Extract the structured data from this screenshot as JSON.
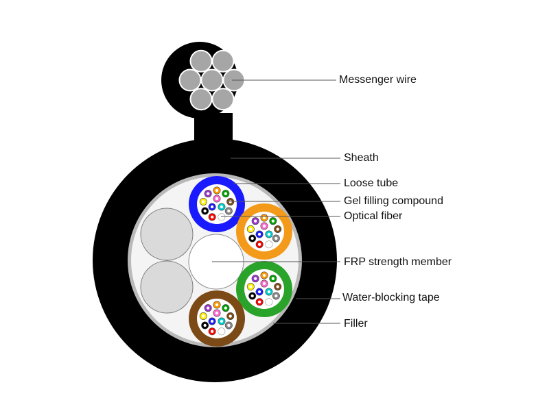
{
  "labels": {
    "messenger_wire": "Messenger wire",
    "sheath": "Sheath",
    "loose_tube": "Loose tube",
    "gel_filling_compound": "Gel filling compound",
    "optical_fiber": "Optical fiber",
    "frp_strength_member": "FRP strength member",
    "water_blocking_tape": "Water-blocking tape",
    "filler": "Filler"
  },
  "colors": {
    "sheath": "#000000",
    "messenger_strand": "#a6a6a6",
    "water_blocking_tape": "#b9b9b9",
    "cable_interior": "#f4f4f4",
    "filler": "#dadada",
    "strength_member": "#ffffff",
    "leader_line": "#555555",
    "tube_blue": "#1a1aff",
    "tube_orange": "#f39a1a",
    "tube_green": "#2aa32a",
    "tube_brown": "#7b4a16"
  },
  "fiber_colors": [
    "#ff9900",
    "#00a000",
    "#7b4a16",
    "#888888",
    "#ffffff",
    "#ff0000",
    "#000000",
    "#ffee00",
    "#9933cc",
    "#ff66cc",
    "#00cccc",
    "#1a1aff"
  ]
}
